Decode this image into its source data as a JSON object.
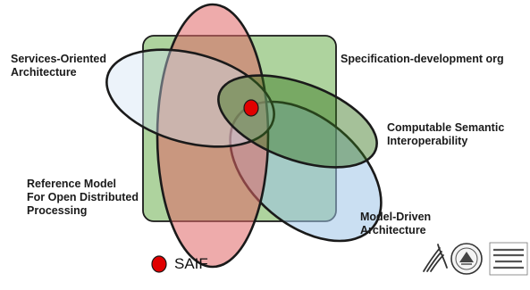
{
  "diagram": {
    "labels": {
      "soa": "Services-Oriented\nArchitecture",
      "sdo": "Specification-development org",
      "csi": "Computable Semantic\nInteroperability",
      "rmodp": "Reference Model\nFor Open Distributed\nProcessing",
      "mda": "Model-Driven\nArchitecture"
    },
    "legend": {
      "label": "SAIF"
    },
    "colors": {
      "sdo_fill": "#93c47d",
      "pink_fill": "#e06666",
      "soa_fill": "#cfe2f3",
      "csi_fill": "#38761d",
      "mda_fill": "#9fc5e8",
      "saif_dot": "#e00000"
    },
    "logos": [
      "hhs-eagle-logo",
      "nih-seal-logo",
      "national-cancer-institute-logo"
    ]
  }
}
